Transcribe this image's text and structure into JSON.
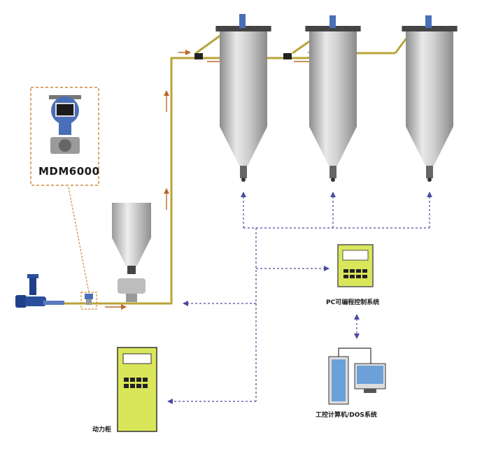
{
  "labels": {
    "transmitter_model": "MDM6000",
    "plc": "PC可编程控制系统",
    "computer": "工控计算机/DOS系统",
    "power_cabinet": "动力柜"
  },
  "colors": {
    "pipe": "#b7a43a",
    "flow_arrow": "#b8682a",
    "signal_dash": "#4a4aa0",
    "device_panel": "#d9e65a",
    "silo_steel": "#b8b8b8",
    "motor_blue": "#1f3f8a",
    "dcs_screen": "#6ba0d8"
  },
  "icons": {
    "transmitter": "pressure-transmitter-icon",
    "blower": "roots-blower-icon",
    "feeder": "hopper-feeder-icon",
    "silo": "storage-silo-icon",
    "plc": "plc-panel-icon",
    "computer": "industrial-computer-icon",
    "cabinet": "power-cabinet-icon"
  }
}
